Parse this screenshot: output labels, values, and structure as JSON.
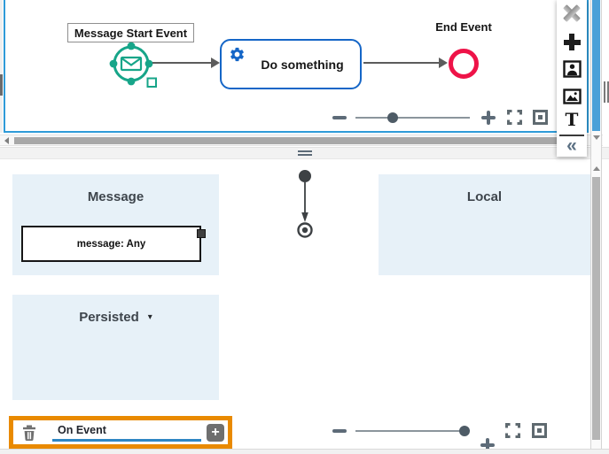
{
  "colors": {
    "canvas_border": "#2f9bd8",
    "accent_teal": "#17a589",
    "task_blue": "#1566c7",
    "end_event_red": "#ee1348",
    "highlight_orange": "#e98a00",
    "group_panel_blue": "#e7f1f8",
    "tab_underline_blue": "#2e86c3"
  },
  "canvas": {
    "start_event": {
      "label": "Message Start Event"
    },
    "task": {
      "label": "Do something"
    },
    "end_event": {
      "label": "End Event"
    }
  },
  "sidebar": {
    "icons": {
      "text_tool": "T",
      "collapse": "«"
    }
  },
  "variables": {
    "groups": {
      "message": {
        "label": "Message",
        "items": [
          {
            "label": "message: Any"
          }
        ]
      },
      "local": {
        "label": "Local"
      },
      "persisted": {
        "label": "Persisted",
        "caret": "▾"
      }
    },
    "event_tab": {
      "label": "On Event",
      "add": "+"
    }
  }
}
